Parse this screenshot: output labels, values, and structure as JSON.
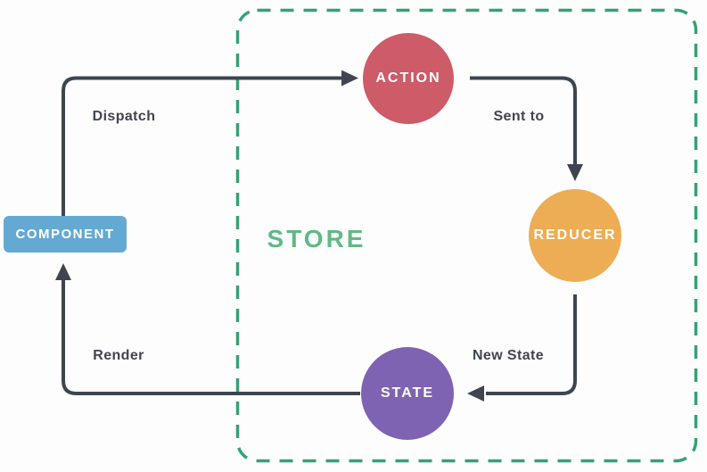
{
  "diagram": {
    "store_label": "STORE",
    "nodes": {
      "component": {
        "label": "COMPONENT",
        "color": "#64a9d2"
      },
      "action": {
        "label": "ACTION",
        "color": "#cd5b68"
      },
      "reducer": {
        "label": "REDUCER",
        "color": "#edad55"
      },
      "state": {
        "label": "STATE",
        "color": "#7e63b3"
      }
    },
    "edges": {
      "dispatch": {
        "label": "Dispatch",
        "from": "component",
        "to": "action"
      },
      "sent_to": {
        "label": "Sent to",
        "from": "action",
        "to": "reducer"
      },
      "new_state": {
        "label": "New State",
        "from": "reducer",
        "to": "state"
      },
      "render": {
        "label": "Render",
        "from": "state",
        "to": "component"
      }
    },
    "colors": {
      "arrow": "#3f4550",
      "label_text": "#3f4550",
      "store_border": "#36a176",
      "store_text": "#5fba86",
      "node_text": "#ffffff",
      "background": "#fdfdfd"
    }
  }
}
